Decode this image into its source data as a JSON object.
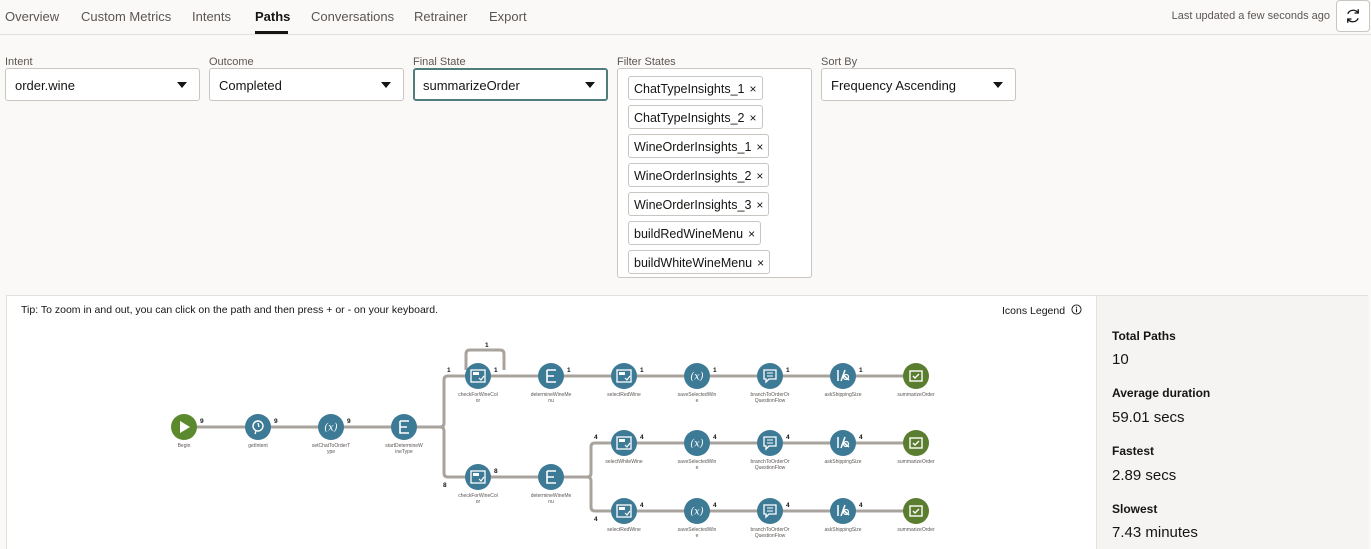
{
  "tabs": [
    "Overview",
    "Custom Metrics",
    "Intents",
    "Paths",
    "Conversations",
    "Retrainer",
    "Export"
  ],
  "active_tab": "Paths",
  "last_updated": "Last updated a few seconds ago",
  "filters": {
    "intent": {
      "label": "Intent",
      "value": "order.wine"
    },
    "outcome": {
      "label": "Outcome",
      "value": "Completed"
    },
    "final_state": {
      "label": "Final State",
      "value": "summarizeOrder"
    },
    "filter_states": {
      "label": "Filter States",
      "chips": [
        "ChatTypeInsights_1",
        "ChatTypeInsights_2",
        "WineOrderInsights_1",
        "WineOrderInsights_2",
        "WineOrderInsights_3",
        "buildRedWineMenu",
        "buildWhiteWineMenu"
      ]
    },
    "sort_by": {
      "label": "Sort By",
      "value": "Frequency Ascending"
    }
  },
  "chip_remove": "×",
  "tip": "Tip: To zoom in and out, you can click on the path and then press + or - on your keyboard.",
  "icons_legend": "Icons Legend",
  "stats": [
    {
      "label": "Total Paths",
      "value": "10"
    },
    {
      "label": "Average duration",
      "value": "59.01 secs"
    },
    {
      "label": "Fastest",
      "value": "2.89 secs"
    },
    {
      "label": "Slowest",
      "value": "7.43 minutes"
    }
  ],
  "graph": {
    "nodes": [
      {
        "id": "begin",
        "icon": "play",
        "label": [
          "Begin"
        ]
      },
      {
        "id": "getIntent",
        "icon": "intent",
        "label": [
          "getIntent"
        ]
      },
      {
        "id": "setChat",
        "icon": "variable",
        "label": [
          "setChatToOrderT",
          "ype"
        ]
      },
      {
        "id": "startDet",
        "icon": "switch",
        "label": [
          "startDetermineW",
          "ineType"
        ]
      },
      {
        "id": "cfw1",
        "icon": "form",
        "label": [
          "checkForWineCol",
          "or"
        ]
      },
      {
        "id": "dwm1",
        "icon": "switch",
        "label": [
          "determineWineMe",
          "nu"
        ]
      },
      {
        "id": "srw1",
        "icon": "form",
        "label": [
          "selectRedWine"
        ]
      },
      {
        "id": "ssw1",
        "icon": "variable",
        "label": [
          "saveSelectedWin",
          "e"
        ]
      },
      {
        "id": "btf1",
        "icon": "flow",
        "label": [
          "branchToOrderOr",
          "QuestionFlow"
        ]
      },
      {
        "id": "ask1",
        "icon": "ask",
        "label": [
          "askShippingSize"
        ]
      },
      {
        "id": "sum1",
        "icon": "end",
        "label": [
          "summarizeOrder"
        ]
      },
      {
        "id": "cfw2",
        "icon": "form",
        "label": [
          "checkForWineCol",
          "or"
        ]
      },
      {
        "id": "dwm2",
        "icon": "switch",
        "label": [
          "determineWineMe",
          "nu"
        ]
      },
      {
        "id": "sww2",
        "icon": "form",
        "label": [
          "selectWhiteWine"
        ]
      },
      {
        "id": "ssw2",
        "icon": "variable",
        "label": [
          "saveSelectedWin",
          "e"
        ]
      },
      {
        "id": "btf2",
        "icon": "flow",
        "label": [
          "branchToOrderOr",
          "QuestionFlow"
        ]
      },
      {
        "id": "ask2",
        "icon": "ask",
        "label": [
          "askShippingSize"
        ]
      },
      {
        "id": "sum2",
        "icon": "end",
        "label": [
          "summarizeOrder"
        ]
      },
      {
        "id": "srw3",
        "icon": "form",
        "label": [
          "selectRedWine"
        ]
      },
      {
        "id": "ssw3",
        "icon": "variable",
        "label": [
          "saveSelectedWin",
          "e"
        ]
      },
      {
        "id": "btf3",
        "icon": "flow",
        "label": [
          "branchToOrderOr",
          "QuestionFlow"
        ]
      },
      {
        "id": "ask3",
        "icon": "ask",
        "label": [
          "askShippingSize"
        ]
      },
      {
        "id": "sum3",
        "icon": "end",
        "label": [
          "summarizeOrder"
        ]
      }
    ],
    "edges": [
      {
        "from": "begin",
        "to": "getIntent",
        "count": "9"
      },
      {
        "from": "getIntent",
        "to": "setChat",
        "count": "9"
      },
      {
        "from": "setChat",
        "to": "startDet",
        "count": "9"
      },
      {
        "from": "startDet",
        "to": "cfw1",
        "count": "1"
      },
      {
        "from": "cfw1",
        "to": "cfw1",
        "count": "1",
        "loop": true
      },
      {
        "from": "cfw1",
        "to": "dwm1",
        "count": "1"
      },
      {
        "from": "dwm1",
        "to": "srw1",
        "count": "1"
      },
      {
        "from": "srw1",
        "to": "ssw1",
        "count": "1"
      },
      {
        "from": "ssw1",
        "to": "btf1",
        "count": "1"
      },
      {
        "from": "btf1",
        "to": "ask1",
        "count": "1"
      },
      {
        "from": "ask1",
        "to": "sum1",
        "count": "1"
      },
      {
        "from": "startDet",
        "to": "cfw2",
        "count": "8"
      },
      {
        "from": "cfw2",
        "to": "dwm2",
        "count": "8"
      },
      {
        "from": "dwm2",
        "to": "sww2",
        "count": "4"
      },
      {
        "from": "sww2",
        "to": "ssw2",
        "count": "4"
      },
      {
        "from": "ssw2",
        "to": "btf2",
        "count": "4"
      },
      {
        "from": "btf2",
        "to": "ask2",
        "count": "4"
      },
      {
        "from": "ask2",
        "to": "sum2",
        "count": "4"
      },
      {
        "from": "dwm2",
        "to": "srw3",
        "count": "4"
      },
      {
        "from": "srw3",
        "to": "ssw3",
        "count": "4"
      },
      {
        "from": "ssw3",
        "to": "btf3",
        "count": "4"
      },
      {
        "from": "btf3",
        "to": "ask3",
        "count": "4"
      },
      {
        "from": "ask3",
        "to": "sum3",
        "count": "4"
      }
    ]
  },
  "colors": {
    "node": "#3d7a95",
    "begin": "#5b8a2e",
    "end": "#5b7d2f",
    "edge": "#a9a39d",
    "accent": "#4f7d7b"
  }
}
